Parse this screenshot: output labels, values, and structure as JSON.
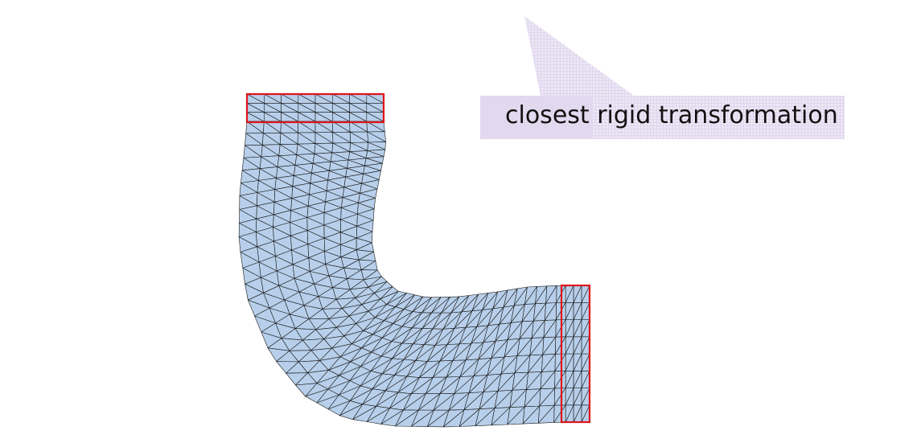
{
  "callout": {
    "label": "closest rigid transformation",
    "fill_color": "#e2d9ef",
    "hatch_color": "#c9bce0"
  },
  "mesh": {
    "fill_color": "#b7cfea",
    "edge_color": "#1a1a1a",
    "highlight_color": "#e0131c",
    "highlighted_regions": [
      "top-end-block",
      "right-end-block"
    ]
  }
}
